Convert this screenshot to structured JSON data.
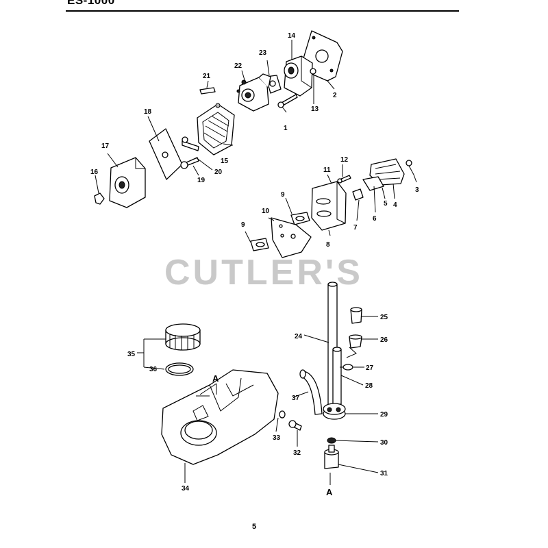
{
  "header": {
    "title": "ES-1000"
  },
  "watermark": "CUTLER'S",
  "page_number": "5",
  "ref_marker": "A",
  "callouts": [
    {
      "id": "c1",
      "text": "1"
    },
    {
      "id": "c2",
      "text": "2"
    },
    {
      "id": "c13",
      "text": "13"
    },
    {
      "id": "c14",
      "text": "14"
    },
    {
      "id": "c15",
      "text": "15"
    },
    {
      "id": "c16",
      "text": "16"
    },
    {
      "id": "c17",
      "text": "17"
    },
    {
      "id": "c18",
      "text": "18"
    },
    {
      "id": "c19",
      "text": "19"
    },
    {
      "id": "c20",
      "text": "20"
    },
    {
      "id": "c21",
      "text": "21"
    },
    {
      "id": "c22",
      "text": "22"
    },
    {
      "id": "c23",
      "text": "23"
    },
    {
      "id": "c3",
      "text": "3"
    },
    {
      "id": "c4",
      "text": "4"
    },
    {
      "id": "c5",
      "text": "5"
    },
    {
      "id": "c6",
      "text": "6"
    },
    {
      "id": "c7",
      "text": "7"
    },
    {
      "id": "c8",
      "text": "8"
    },
    {
      "id": "c9a",
      "text": "9"
    },
    {
      "id": "c9b",
      "text": "9"
    },
    {
      "id": "c10",
      "text": "10"
    },
    {
      "id": "c11",
      "text": "11"
    },
    {
      "id": "c12",
      "text": "12"
    },
    {
      "id": "c24",
      "text": "24"
    },
    {
      "id": "c25",
      "text": "25"
    },
    {
      "id": "c26",
      "text": "26"
    },
    {
      "id": "c27",
      "text": "27"
    },
    {
      "id": "c28",
      "text": "28"
    },
    {
      "id": "c29",
      "text": "29"
    },
    {
      "id": "c30",
      "text": "30"
    },
    {
      "id": "c31",
      "text": "31"
    },
    {
      "id": "c32",
      "text": "32"
    },
    {
      "id": "c33",
      "text": "33"
    },
    {
      "id": "c34",
      "text": "34"
    },
    {
      "id": "c35",
      "text": "35"
    },
    {
      "id": "c36",
      "text": "36"
    },
    {
      "id": "c37",
      "text": "37"
    }
  ]
}
